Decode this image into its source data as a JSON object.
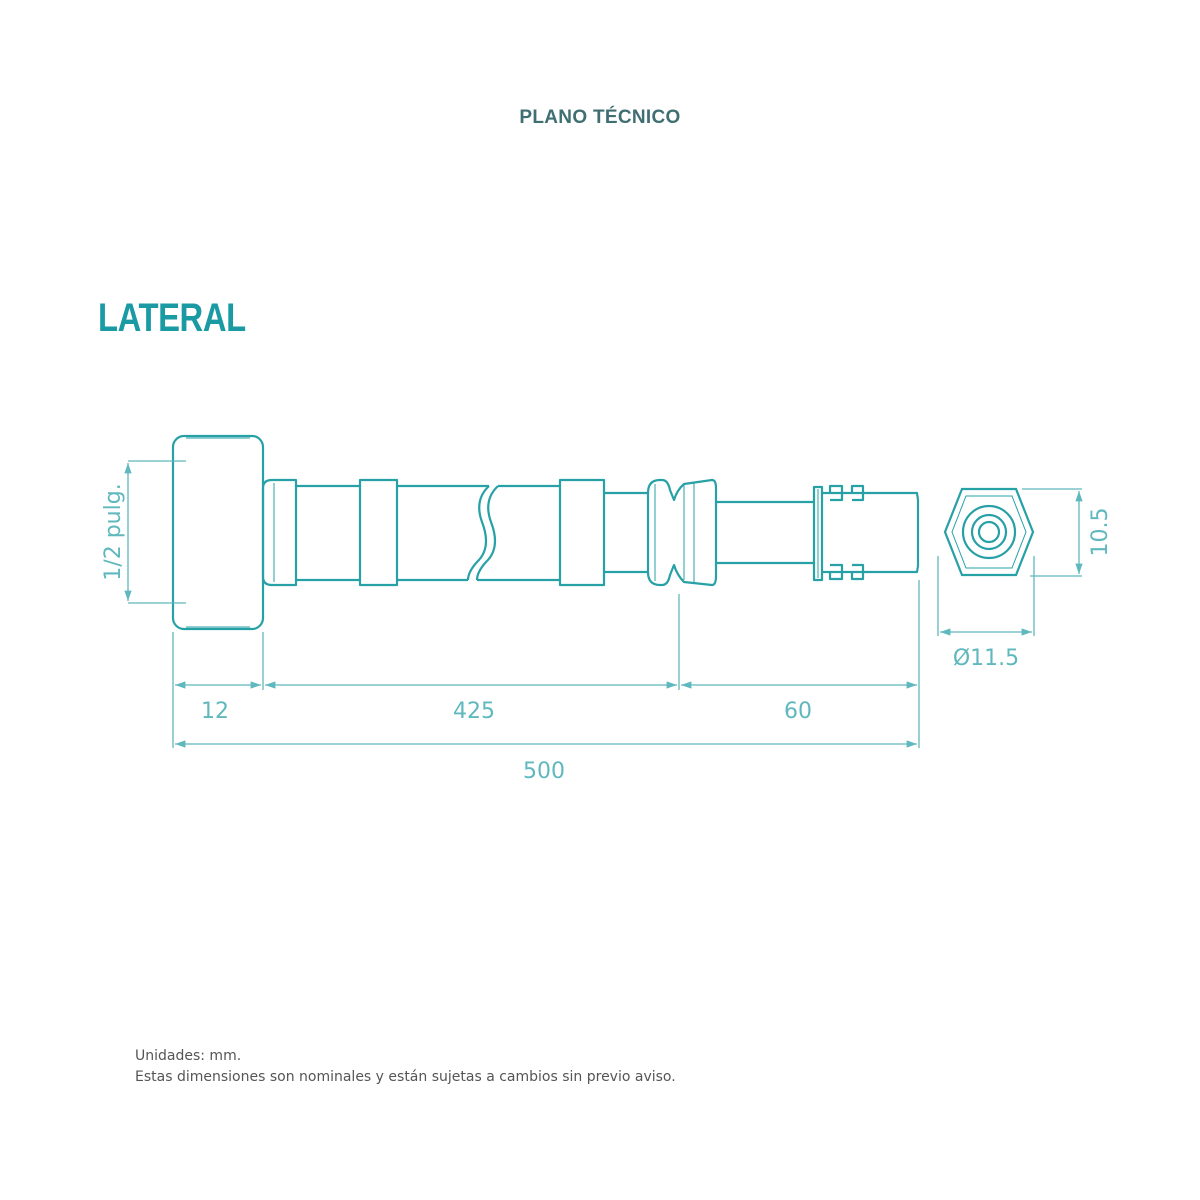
{
  "header": {
    "title": "PLANO TÉCNICO"
  },
  "section": {
    "label": "LATERAL"
  },
  "dimensions": {
    "thread": "1/2 pulg.",
    "nut_length": "12",
    "hose_length": "425",
    "tail_length": "60",
    "total_length": "500",
    "hex_height": "10.5",
    "hex_diameter": "Ø11.5"
  },
  "notes": {
    "units": "Unidades: mm.",
    "disclaimer": "Estas dimensiones son nominales y están sujetas a cambios sin previo aviso."
  },
  "colors": {
    "outline": "#27a0a6",
    "dimension": "#5fb8bd",
    "title": "#3f6f72",
    "section": "#1a9aa3",
    "notes": "#555555"
  }
}
